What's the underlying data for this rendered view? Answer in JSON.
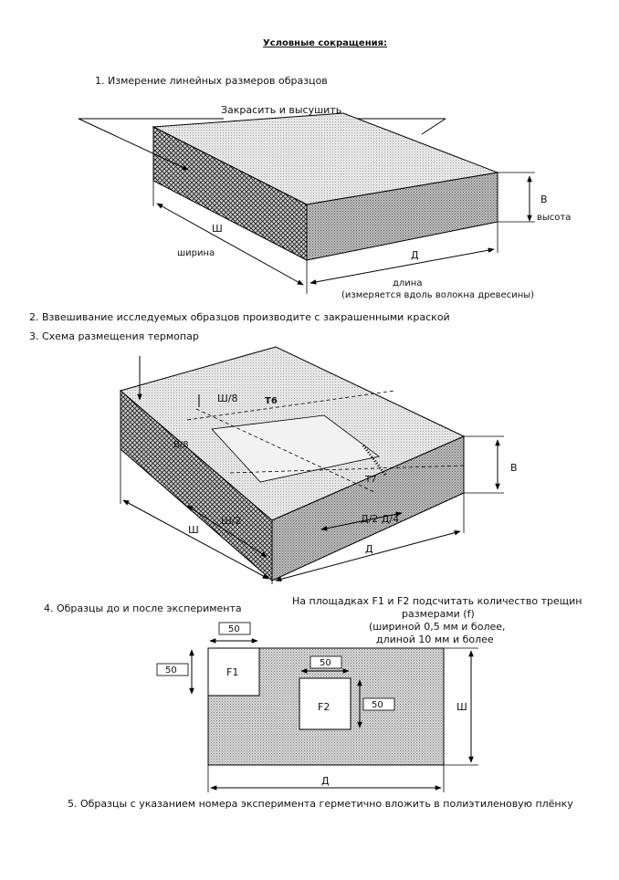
{
  "title": "Условные сокращения:",
  "items": {
    "item1": "1. Измерение линейных размеров образцов",
    "item2": "2. Взвешивание исследуемых образцов производите с закрашенными краской",
    "item3": "3. Схема размещения термопар",
    "item4": "4. Образцы до и после эксперимента",
    "item5": "5. Образцы с указанием номера эксперимента герметично вложить в полиэтиленовую плёнку"
  },
  "figure1": {
    "paint_label": "Закрасить и высушить",
    "height_letter": "В",
    "height_word": "высота",
    "width_letter": "Ш",
    "width_word": "ширина",
    "length_letter": "Д",
    "length_word": "длина",
    "length_note": "(измеряется вдоль волокна древесины)"
  },
  "figure2": {
    "label_w8": "Ш/8",
    "label_t6": "T6",
    "label_b8": "В/8",
    "label_t7": "Т7",
    "label_d2d4": "Д/2 Д/4",
    "label_w2": "Ш/2",
    "label_w": "Ш",
    "label_d": "Д",
    "label_b": "В"
  },
  "figure3": {
    "note_line1": "На площадках F1 и F2 подсчитать количество трещин",
    "note_line2": "размерами (f)",
    "note_line3": "(шириной 0,5 мм и более,",
    "note_line4": "длиной 10 мм и более",
    "dim50_top": "50",
    "dim50_left": "50",
    "dim50_mid_top": "50",
    "dim50_mid_right": "50",
    "label_f1": "F1",
    "label_f2": "F2",
    "label_w": "Ш",
    "label_d": "Д"
  }
}
